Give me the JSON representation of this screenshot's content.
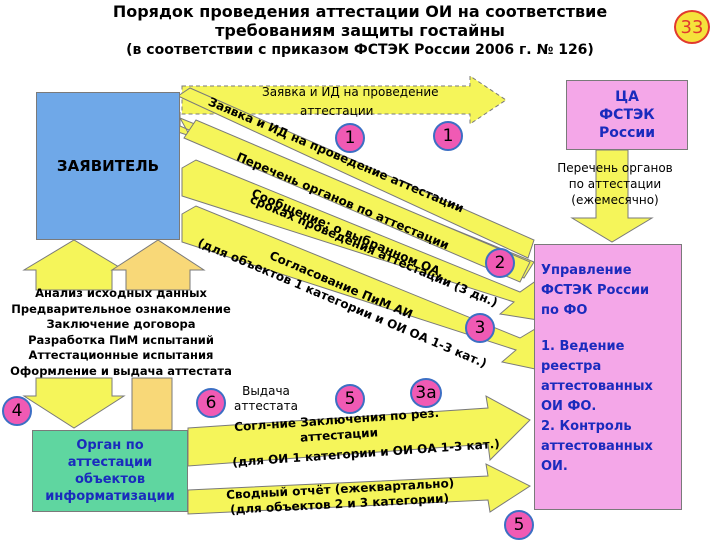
{
  "title": {
    "line1": "Порядок проведения аттестации ОИ на соответствие",
    "line2": "требованиям защиты гостайны",
    "line3": "(в соответствии с приказом ФСТЭК России  2006 г. № 126)"
  },
  "slide_number": "33",
  "applicant": "ЗАЯВИТЕЛЬ",
  "fstec_ca": {
    "line1": "ЦА",
    "line2": "ФСТЭК",
    "line3": "России"
  },
  "fstec_list": {
    "line1": "Перечень органов",
    "line2": "по аттестации",
    "line3": "(ежемесячно)"
  },
  "fstec_fo": {
    "l1": "Управление",
    "l2": "ФСТЭК России",
    "l3": "по ФО",
    "l4": "1. Ведение",
    "l5": "реестра",
    "l6": "аттестованных",
    "l7": "ОИ ФО.",
    "l8": "2. Контроль",
    "l9": "аттестованных",
    "l10": "ОИ."
  },
  "organ": {
    "l1": "Орган по",
    "l2": "аттестации",
    "l3": "объектов",
    "l4": "информатизации"
  },
  "arrows": {
    "top_a": "Заявка и ИД на проведение",
    "top_b": "аттестации",
    "d1": "Заявка  и ИД на проведение аттестации",
    "d2": "Перечень органов по аттестации",
    "d3a": "Сообщение: о выбранном ОА,",
    "d3b": "сроках проведения аттестации (3 дн.)",
    "d4a": "Согласование ПиМ АИ",
    "d4b": "(для объектов 1 категории и ОИ ОА 1-3 кат.)",
    "b1a": "Согл-ние Заключения по рез.",
    "b1b": "аттестации",
    "b1c": "(для ОИ 1 категории и ОИ ОА 1-3 кат.)",
    "b2a": "Сводный отчёт (ежеквартально)",
    "b2b": "(для объектов 2 и 3 категории)"
  },
  "steps": {
    "s1": "Анализ исходных данных",
    "s2": "Предварительное ознакомление",
    "s3": "Заключение договора",
    "s4": "Разработка ПиМ испытаний",
    "s5": "Аттестационные испытания",
    "s6": "Оформление и выдача аттестата"
  },
  "issue": {
    "l1": "Выдача",
    "l2": "аттестата"
  },
  "badges": {
    "a": "1",
    "b": "1",
    "c": "2",
    "d": "3",
    "e": "3а",
    "f": "4",
    "g": "6",
    "h": "5",
    "i": "5"
  },
  "colors": {
    "yellow_arrow": "#f5f55a",
    "orange_arrow": "#f8d878",
    "applicant_bg": "#6fa8e8",
    "fstec_bg": "#f4a7e8",
    "organ_bg": "#5fd6a0",
    "badge_bg": "#f05ab4",
    "badge_border": "#3c6fc4",
    "slide_badge_bg": "#f5e23b",
    "slide_badge_border": "#e13a2e"
  }
}
